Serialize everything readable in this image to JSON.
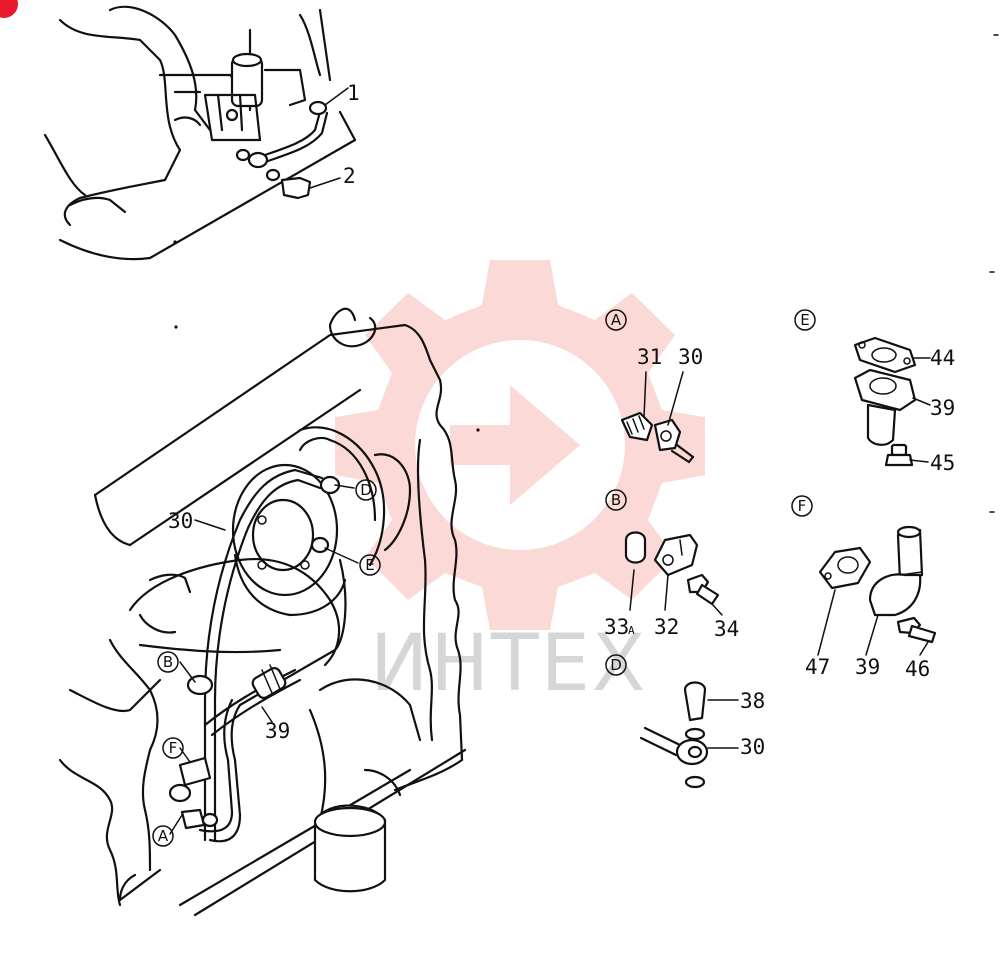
{
  "watermark": {
    "text": "ИНТЕХ",
    "color": "#e8453c"
  },
  "top_inset": {
    "callouts": {
      "c1": "1",
      "c2": "2"
    }
  },
  "main_view": {
    "callouts": {
      "c30": "30",
      "c39": "39"
    },
    "markers": {
      "B": "B",
      "F": "F",
      "A": "A",
      "D": "D",
      "E": "E"
    }
  },
  "details": {
    "A": {
      "letter": "A",
      "callouts": [
        "31",
        "30"
      ]
    },
    "B": {
      "letter": "B",
      "callouts": [
        "33",
        "32",
        "34"
      ],
      "suffix": "A"
    },
    "D": {
      "letter": "D",
      "callouts": [
        "38",
        "30"
      ]
    },
    "E": {
      "letter": "E",
      "callouts": [
        "44",
        "39",
        "45"
      ]
    },
    "F": {
      "letter": "F",
      "callouts": [
        "47",
        "39",
        "46"
      ]
    }
  }
}
